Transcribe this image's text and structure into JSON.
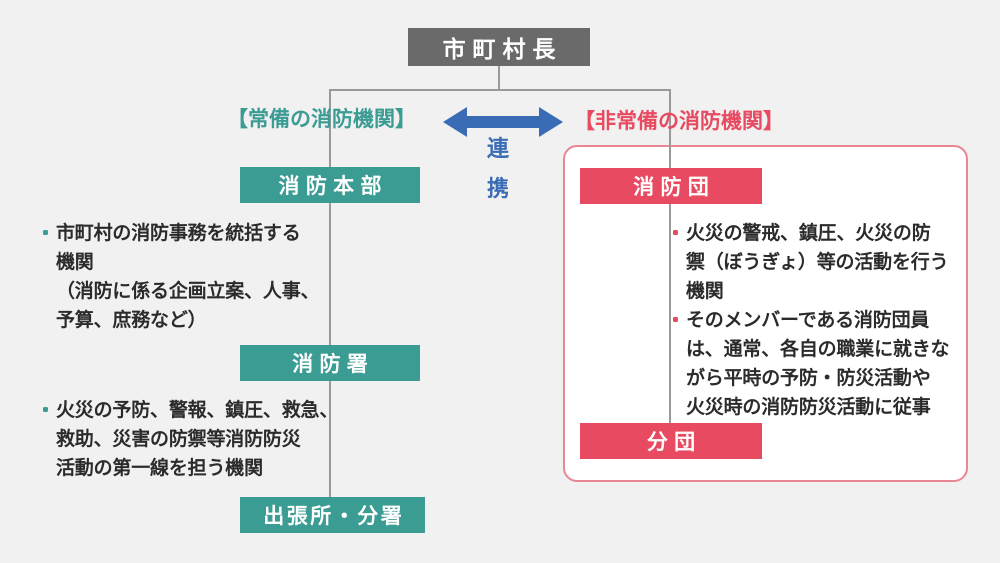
{
  "title_box": {
    "label": "市町村長"
  },
  "link": {
    "label": "連\n携"
  },
  "left_branch": {
    "header": "【常備の消防機関】",
    "box1": "消防本部",
    "box2": "消防署",
    "box3": "出張所・分署",
    "note1": "市町村の消防事務を統括する\n機関\n（消防に係る企画立案、人事、\n予算、庶務など）",
    "note2": "火災の予防、警報、鎮圧、救急、\n救助、災害の防禦等消防防災\n活動の第一線を担う機関"
  },
  "right_branch": {
    "header": "【非常備の消防機関】",
    "box1": "消防団",
    "box2": "分団",
    "note1": "火災の警戒、鎮圧、火災の防\n禦（ぼうぎょ）等の活動を行う\n機関",
    "note2": "そのメンバーである消防団員\nは、通常、各自の職業に就きな\nがら平時の予防・防災活動や\n火災時の消防防災活動に従事"
  },
  "colors": {
    "teal": "#3b9c93",
    "red": "#e84b61",
    "blue": "#3a6cb5",
    "gray_box": "#6a6a6a",
    "line": "#999999",
    "background": "#f0f1f0",
    "container_border": "#ea8593",
    "text": "#2b2b2b"
  }
}
